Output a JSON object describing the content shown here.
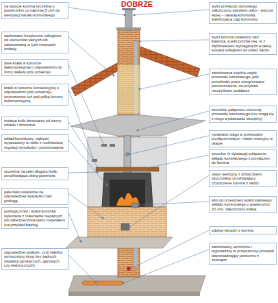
{
  "diagram": {
    "title": "DOBRZE",
    "nodes": [
      {
        "text": [
          "na wylocie komina szczelinę o powierzchni co najmniej 5 cm² do wentylacji kanału kominowego"
        ]
      },
      {
        "text": [
          "zachowane bezpieczne odległości od elementów palnych lub zastosowaną w tych miejscach izolację"
        ]
      },
      {
        "text": [
          "dwie kratki w komorze dekompresyjnej o odpowiednim do mocy wkładu polu przekroju"
        ]
      },
      {
        "text": [
          "kratki w komorze konwekcyjnej o odpowiednim polu przekroju, umieszczone tuż pod półką komory dekompresyjnej"
        ]
      },
      {
        "text": [
          "izolacja belki drewnianej od strony wkładu i drzwiczek"
        ]
      },
      {
        "text": [
          "wkład kominkowy, najlepiej wyposażony w nóżki z możliwością regulacji wysokości i poziomowania"
        ]
      },
      {
        "text": [
          "szczelina na całej długości belki umożliwiająca obieg powietrza"
        ]
      },
      {
        "text": [
          "palenisko ustawione na odpowiedniej wysokości nad podłogą"
        ]
      },
      {
        "text": [
          "podłoga przed i wokół kominka wykonana z materiałów niepalnych lub zabezpieczona takim materiałem (na przykład blachą)"
        ]
      },
      {
        "text": [
          "odpowiednie podłoże, czyli stabilny wzmocniony strop bez żadnych instalacji (grzewczych, gazowych czy elektrycznych)"
        ]
      },
      {
        "text": [
          "wylot przewodu dymowego zakończony daszkiem albo – jeszcze lepiej – nasadą kominową stabilizującą ciąg kominowy"
        ]
      },
      {
        "text": [
          "wylot komina ustawiony nad kalenicą, a jeśli poniżej niej, to z zachowaniem wymaganych w takiej sytuacji odległości od połaci dachu"
        ]
      },
      {
        "text": [
          "zaizolowana cieplnie część przewodu kominowego, jeśli przechodzi przez nieogrzewane pomieszczenia, na przykład nieużytkowe poddasze"
        ]
      },
      {
        "text": [
          "szczelnie połączone elementy przewodu kominowego (nie mogą się z niego wydostawać skropliny)"
        ]
      },
      {
        "text": [
          "moderator ciągu w przewodzie przyłączeniowym i otwór rewizyjny w okapie"
        ]
      },
      {
        "text": [
          "szczelne (z dylatacją) połączenie wkładu kominkowego z przyłączem do komina"
        ]
      },
      {
        "text": [
          "otwór rewizyjny z drzwiczkami (wyczystka) umożliwiający czyszczenie komina z sadzy"
        ]
      },
      {
        "text": [
          "wlot do przestrzeni wokół stalowego wkładu kominowego o powierzchni 20 cm², zakończony kratką"
        ]
      },
      {
        "text": [
          "odpływ skroplin z komina"
        ]
      },
      {
        "text": [
          "zaizolowany termicznie i wyposażony w przepustnicę przewód doprowadzający powietrze z zewnątrz"
        ]
      }
    ]
  }
}
